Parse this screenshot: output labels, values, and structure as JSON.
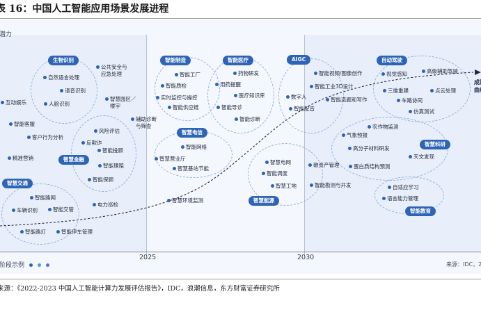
{
  "title": "表 16：中国人工智能应用场景发展进程",
  "y_label": "潜力",
  "phase_label": "阶段示例",
  "phase_dots": [
    "#2e64b6",
    "#4a9fe0",
    "#5b6fd1"
  ],
  "x_ticks": [
    "2025",
    "2030"
  ],
  "source_right": "来源：IDC，2",
  "source": "来源：《2022-2023 中国人工智能计算力发展评估报告》，IDC，浪潮信息，东方财富证券研究所",
  "accent_color": "#2e64b6",
  "curve_end_label": [
    "成熟",
    "曲线"
  ],
  "tags": {
    "biometrics": "生物识别",
    "finance": "智慧金融",
    "transport": "智慧交通",
    "manufacturing": "智能制造",
    "healthcare": "智能医疗",
    "telecom": "智慧电信",
    "aigc": "AIGC",
    "energy": "智慧能源",
    "autonomous_driving": "自动驾驶",
    "scientific_research": "智慧科研",
    "education": "智能教育"
  },
  "items": {
    "public_safety": "公共安全与",
    "public_safety_2": "应急处理",
    "nlp": "自然语言处理",
    "speech_recognition": "语音识别",
    "face_recognition": "人脸识别",
    "interactive_entertainment": "互动娱乐",
    "smart_campus": "智慧园区／",
    "smart_campus_2": "楼宇",
    "smart_customer_service": "智能客服",
    "customer_behavior": "客户行为分析",
    "risk_assessment": "风险评估",
    "anti_fraud": "反欺诈",
    "smart_investment": "智能投顾",
    "precision_marketing": "精准营销",
    "smart_claims": "智能理赔",
    "smart_insurance": "智能保顾",
    "smart_road_network": "智能路网",
    "vehicle_recognition": "车辆识别",
    "smart_traffic": "智能交管",
    "power_inspection": "电力巡检",
    "smart_streetlight": "智能路灯",
    "smart_parking": "智能停车管理",
    "smart_factory": "智能工厂",
    "smart_quality": "智能质检",
    "realtime_monitoring": "实时监控与操控",
    "smart_supply_chain": "智能供应链",
    "drug_research": "药物研发",
    "drug_reminder": "用药提醒",
    "medical_kb": "医疗知识库",
    "smart_guidance": "智能导诊",
    "smart_diagnosis": "智能诊断",
    "aux_diagnosis": "辅助诊断",
    "aux_diagnosis_2": "与筛查",
    "smart_network": "智能网络",
    "smart_business_hall": "智慧营业厅",
    "smart_base_station": "智慧基站节能",
    "smart_env_monitoring": "智慧环境监测",
    "smart_video_image": "智能视频/图像创作",
    "smart_industrial_3d": "智能工业3D设计",
    "smart_topic": "智能选题和写作",
    "digital_human": "数字人",
    "smart_dubbing": "智能配音",
    "smart_grid": "智慧电网",
    "smart_dispatch": "智能调度",
    "smart_site": "智慧工地",
    "carbon_asset": "碳资产管理",
    "smart_exploration": "智能勘测与开发",
    "visual_perception": "视觉感知",
    "advanced_driving": "高级辅助驾驶",
    "3d_reconstruction": "三维重建",
    "point_cloud": "点云处理",
    "vehicle_road": "车路协同",
    "simulation_test": "仿真测试",
    "crop_monitoring": "农作物监测",
    "weather_forecast": "气象预报",
    "polymer_research": "高分子材料研发",
    "astronomy": "天文发现",
    "protein_prediction": "蛋白质结构预测",
    "adaptive_learning": "自适应学习",
    "language_ability": "语言能力管理"
  }
}
